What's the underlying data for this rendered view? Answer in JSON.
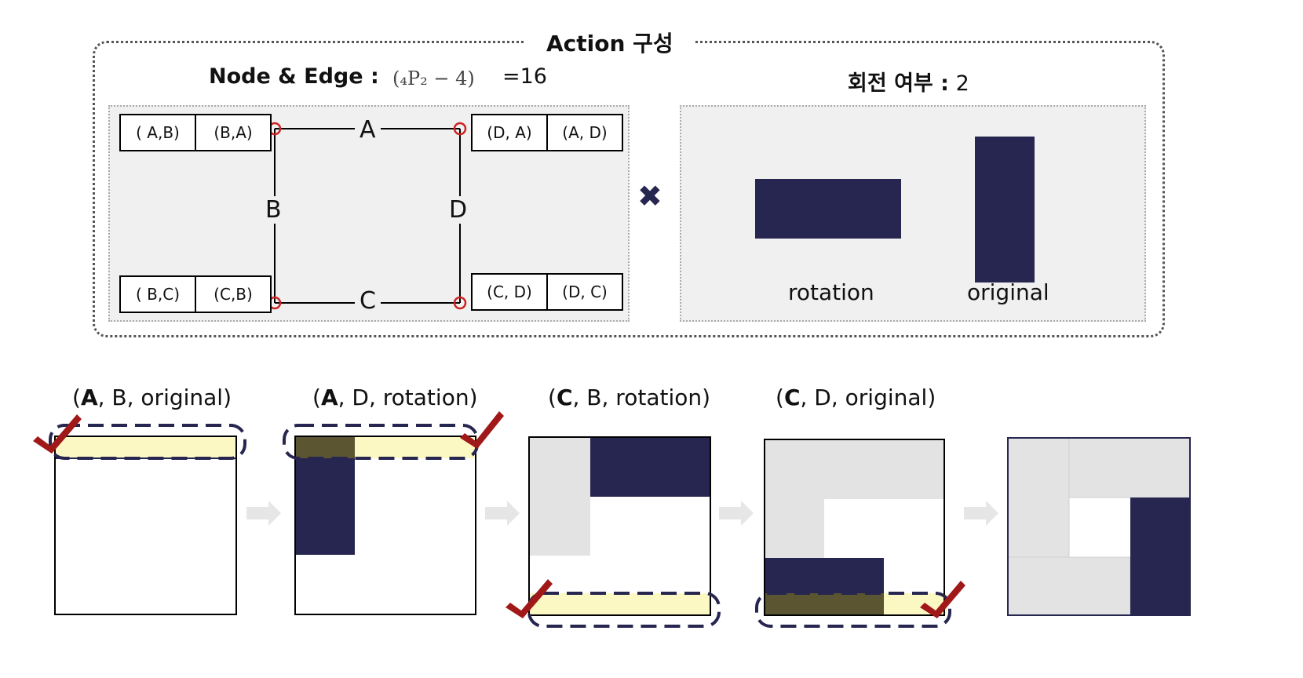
{
  "header": {
    "title": "Action 구성",
    "node_edge_label": "Node & Edge :",
    "formula": "(₄P₂ − 4)",
    "node_edge_value": "=16",
    "rotation_label": "회전 여부 :",
    "rotation_value": "2"
  },
  "graph": {
    "edges": {
      "top": "A",
      "left": "B",
      "right": "D",
      "bottom": "C"
    },
    "pairs": {
      "top_left": [
        "( A,B)",
        "(B,A)"
      ],
      "top_right": [
        "(D, A)",
        "(A, D)"
      ],
      "bottom_left": [
        "( B,C)",
        "(C,B)"
      ],
      "bottom_right": [
        "(C, D)",
        "(D, C)"
      ]
    }
  },
  "multiply_symbol": "✖",
  "orientations": {
    "rotation": "rotation",
    "original": "original"
  },
  "steps": [
    {
      "edge": "A",
      "rest": ", B, original)"
    },
    {
      "edge": "A",
      "rest": ", D, rotation)"
    },
    {
      "edge": "C",
      "rest": ", B, rotation)"
    },
    {
      "edge": "C",
      "rest": ", D, original)"
    }
  ],
  "colors": {
    "block": "#272650",
    "placed_block": "#e3e3e3",
    "highlight": "#fbf8c4",
    "node_marker": "#cc2222",
    "checkmark": "#a01818",
    "arrow": "#e6e6e6"
  }
}
